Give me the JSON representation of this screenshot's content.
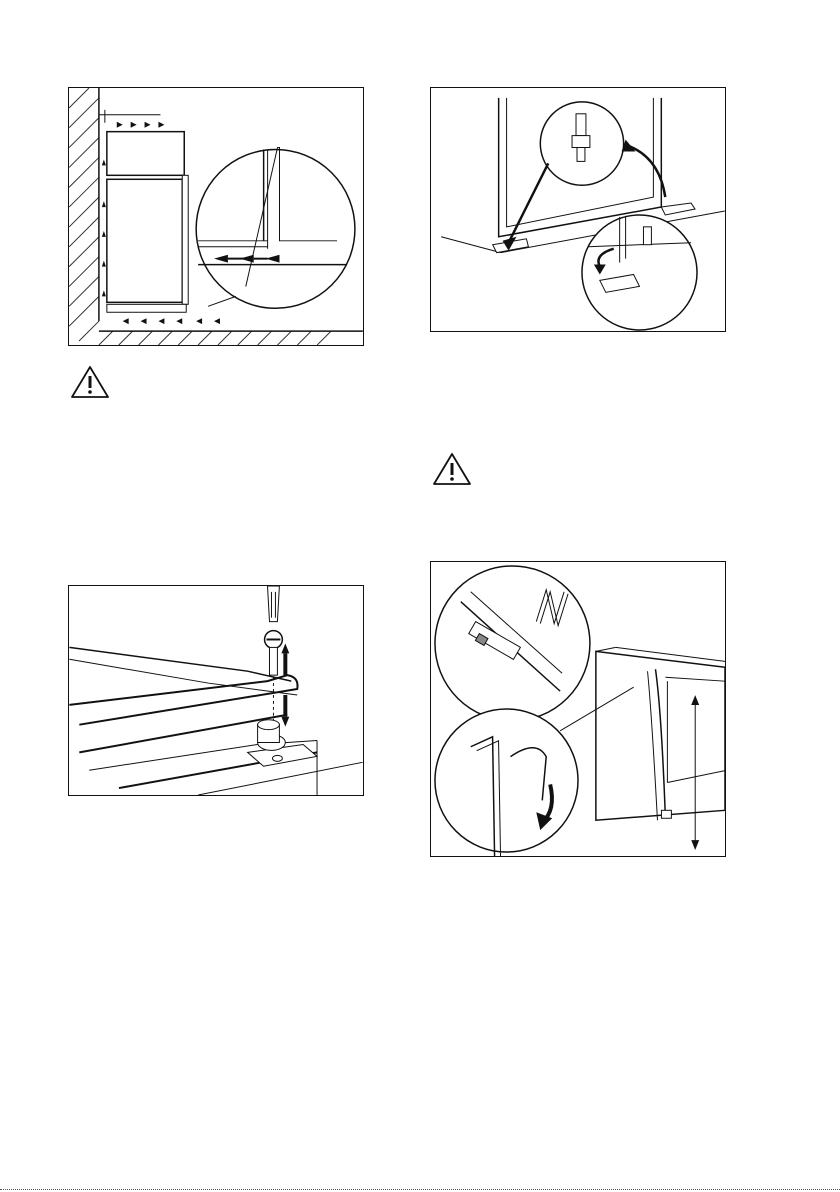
{
  "page": {
    "figures": [
      {
        "id": "ventilation-clearance",
        "icon": "ventilation-diagram"
      },
      {
        "id": "door-hinge-swap",
        "icon": "hinge-diagram"
      },
      {
        "id": "hinge-pin-screw",
        "icon": "hinge-pin-diagram"
      },
      {
        "id": "gasket-trim",
        "icon": "gasket-cutting-diagram"
      }
    ],
    "warnings": [
      {
        "icon": "warning-triangle-icon"
      },
      {
        "icon": "warning-triangle-icon"
      }
    ],
    "colors": {
      "line": "#111111",
      "hatch": "#333333",
      "background": "#ffffff"
    }
  }
}
